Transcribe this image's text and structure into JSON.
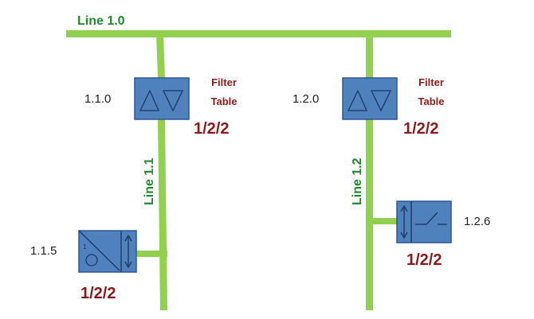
{
  "diagram": {
    "colors": {
      "line": "#92d050",
      "line_label": "#1e8a2a",
      "device_fill": "#4f81bd",
      "device_stroke": "#2f5597",
      "accent_text": "#8b1a1a"
    },
    "main_line": {
      "label": "Line 1.0"
    },
    "couplers": [
      {
        "address": "1.1.0",
        "filter_line1": "Filter",
        "filter_line2": "Table",
        "setting": "1/2/2",
        "icon": "coupler-triangles-icon"
      },
      {
        "address": "1.2.0",
        "filter_line1": "Filter",
        "filter_line2": "Table",
        "setting": "1/2/2",
        "icon": "coupler-triangles-icon"
      }
    ],
    "branch_lines": [
      {
        "label": "Line 1.1"
      },
      {
        "label": "Line 1.2"
      }
    ],
    "devices": [
      {
        "address": "1.1.5",
        "setting": "1/2/2",
        "icon": "sensor-device-icon",
        "glyph": "1"
      },
      {
        "address": "1.2.6",
        "setting": "1/2/2",
        "icon": "switch-actuator-icon"
      }
    ]
  }
}
